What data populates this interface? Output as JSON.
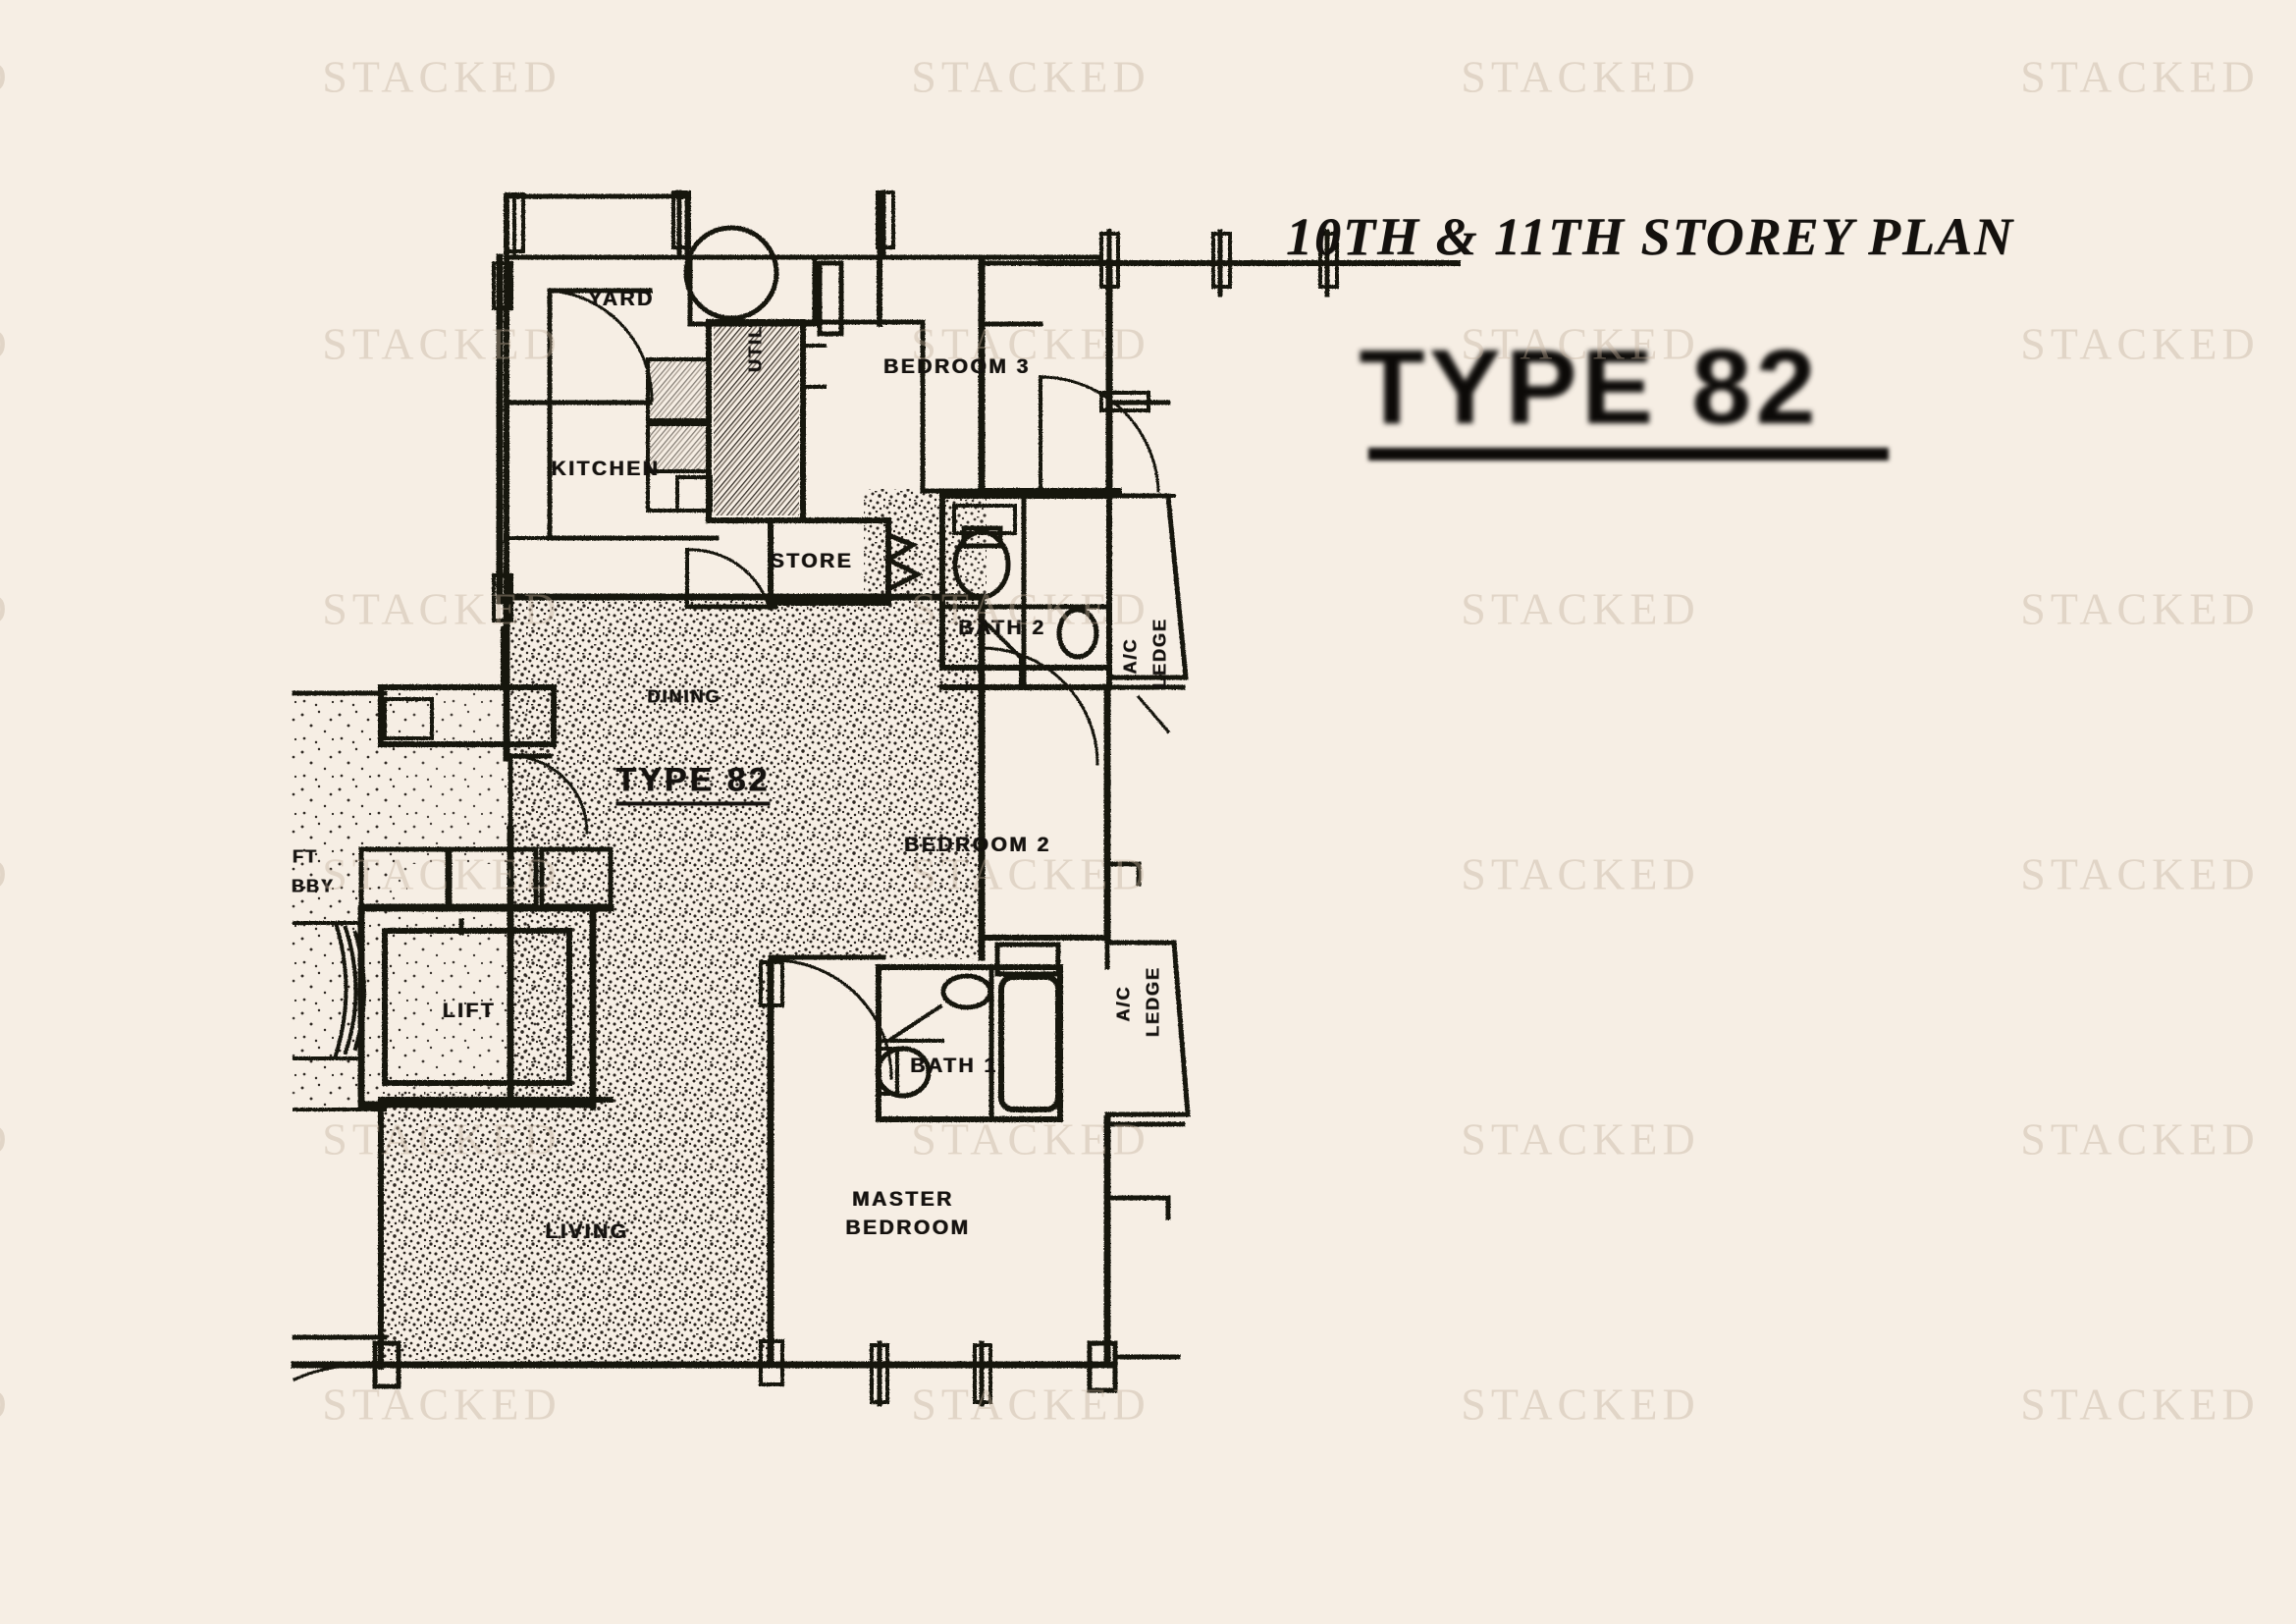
{
  "page": {
    "background_color": "#f6eee4",
    "ink_color": "#15120f",
    "watermark_text": "STACKED",
    "watermark_color": "#c4b09a"
  },
  "title_block": {
    "storey_title": "10TH & 11TH STOREY PLAN",
    "type_stamp": "TYPE 82"
  },
  "plan": {
    "unit_type_label": "TYPE 82",
    "rooms": [
      {
        "name": "yard",
        "label": "YARD"
      },
      {
        "name": "utility",
        "label": "UTIL"
      },
      {
        "name": "kitchen",
        "label": "KITCHEN"
      },
      {
        "name": "store",
        "label": "STORE"
      },
      {
        "name": "bedroom-3",
        "label": "BEDROOM 3"
      },
      {
        "name": "bath-2",
        "label": "BATH 2"
      },
      {
        "name": "bedroom-2",
        "label": "BEDROOM 2"
      },
      {
        "name": "bath-1",
        "label": "BATH 1"
      },
      {
        "name": "dining",
        "label": "DINING"
      },
      {
        "name": "living",
        "label": "LIVING"
      },
      {
        "name": "master-bedroom",
        "label": "MASTER\nBEDROOM"
      },
      {
        "name": "master-bedroom-line1",
        "label": "MASTER"
      },
      {
        "name": "master-bedroom-line2",
        "label": "BEDROOM"
      },
      {
        "name": "lift",
        "label": "LIFT"
      },
      {
        "name": "lift-lobby-line1",
        "label": "FT"
      },
      {
        "name": "lift-lobby-line2",
        "label": "BBY"
      },
      {
        "name": "ac-ledge-upper-l1",
        "label": "A/C"
      },
      {
        "name": "ac-ledge-upper-l2",
        "label": "LEDGE"
      },
      {
        "name": "ac-ledge-lower-l1",
        "label": "A/C"
      },
      {
        "name": "ac-ledge-lower-l2",
        "label": "LEDGE"
      }
    ]
  }
}
